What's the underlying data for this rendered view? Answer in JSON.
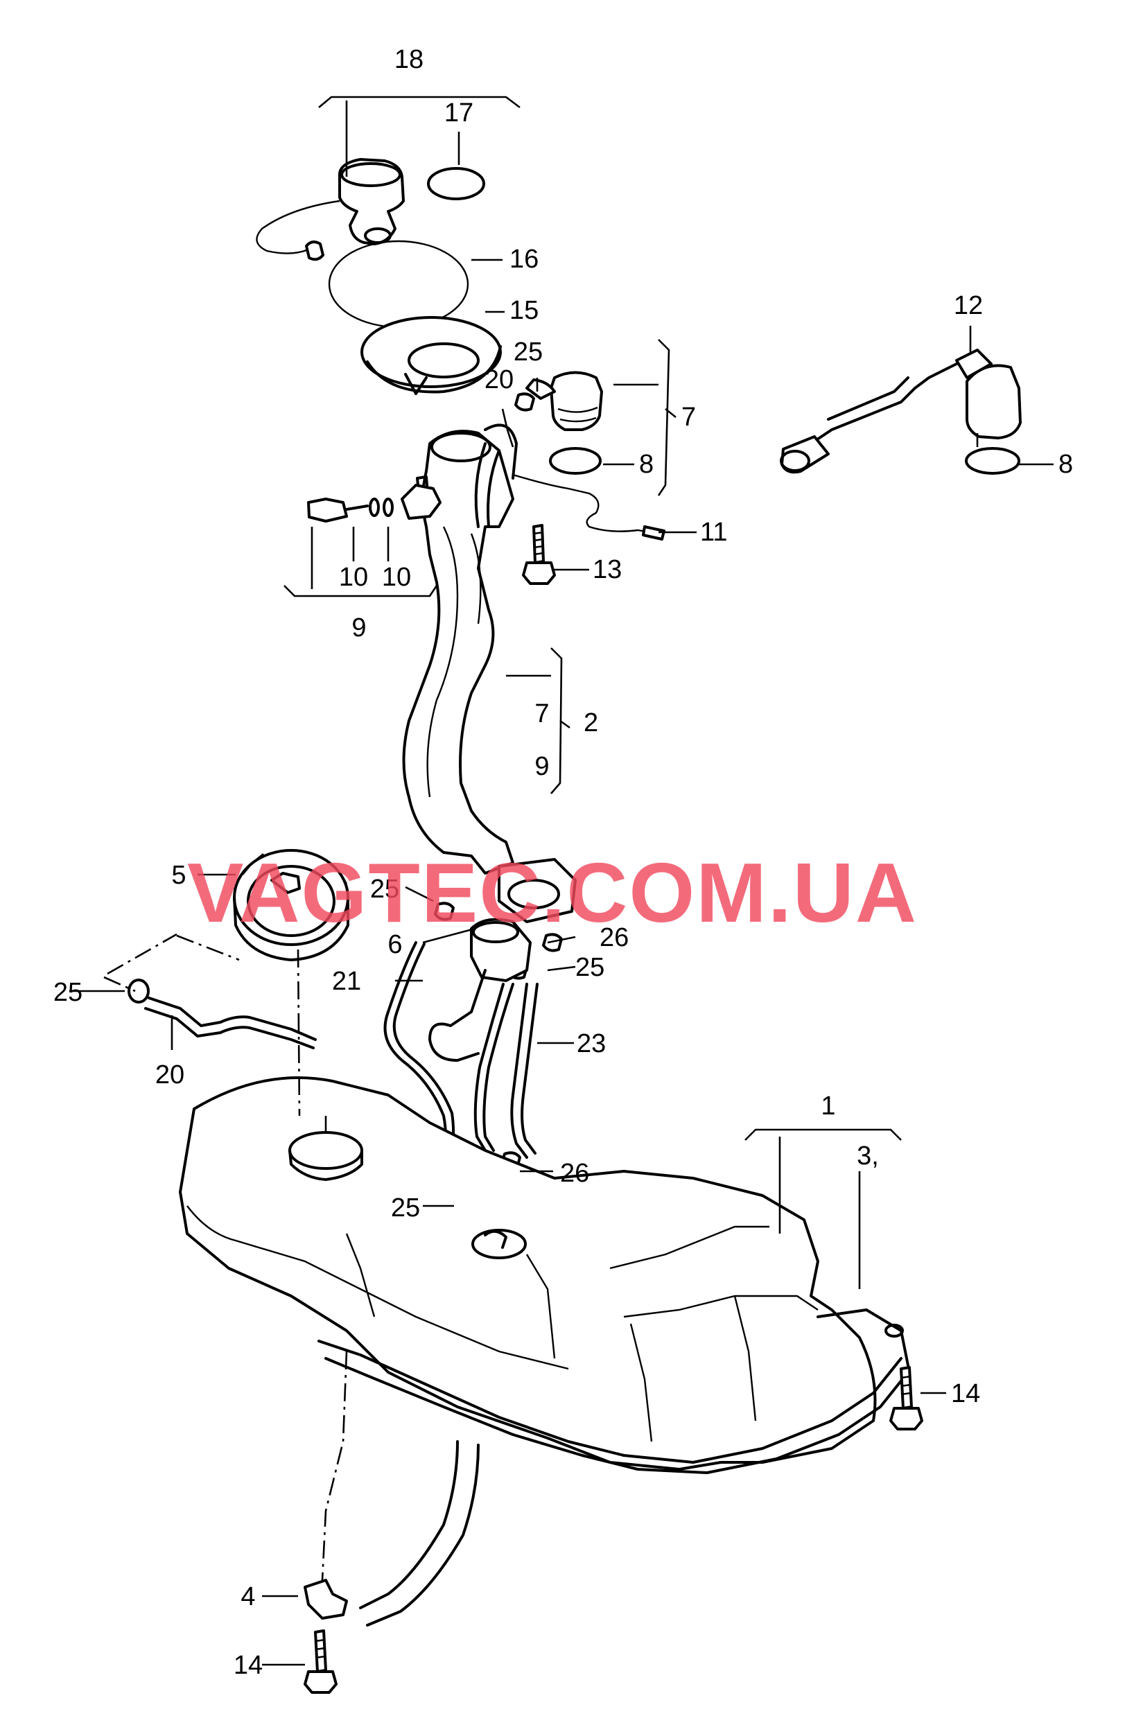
{
  "watermark": "VAGTEC.COM.UA",
  "callouts": {
    "c18": "18",
    "c17": "17",
    "c16": "16",
    "c15": "15",
    "c25a": "25",
    "c20a": "20",
    "c7a": "7",
    "c8a": "8",
    "c12": "12",
    "c8b": "8",
    "c11": "11",
    "c13": "13",
    "c10a": "10",
    "c10b": "10",
    "c9a": "9",
    "c7b": "7",
    "c2": "2",
    "c9b": "9",
    "c5": "5",
    "c25b": "25",
    "c6": "6",
    "c26a": "26",
    "c25c": "25",
    "c21": "21",
    "c25d": "25",
    "c20b": "20",
    "c23": "23",
    "c1": "1",
    "c3": "3,",
    "c26b": "26",
    "c25e": "25",
    "c14a": "14",
    "c4": "4",
    "c14b": "14"
  }
}
